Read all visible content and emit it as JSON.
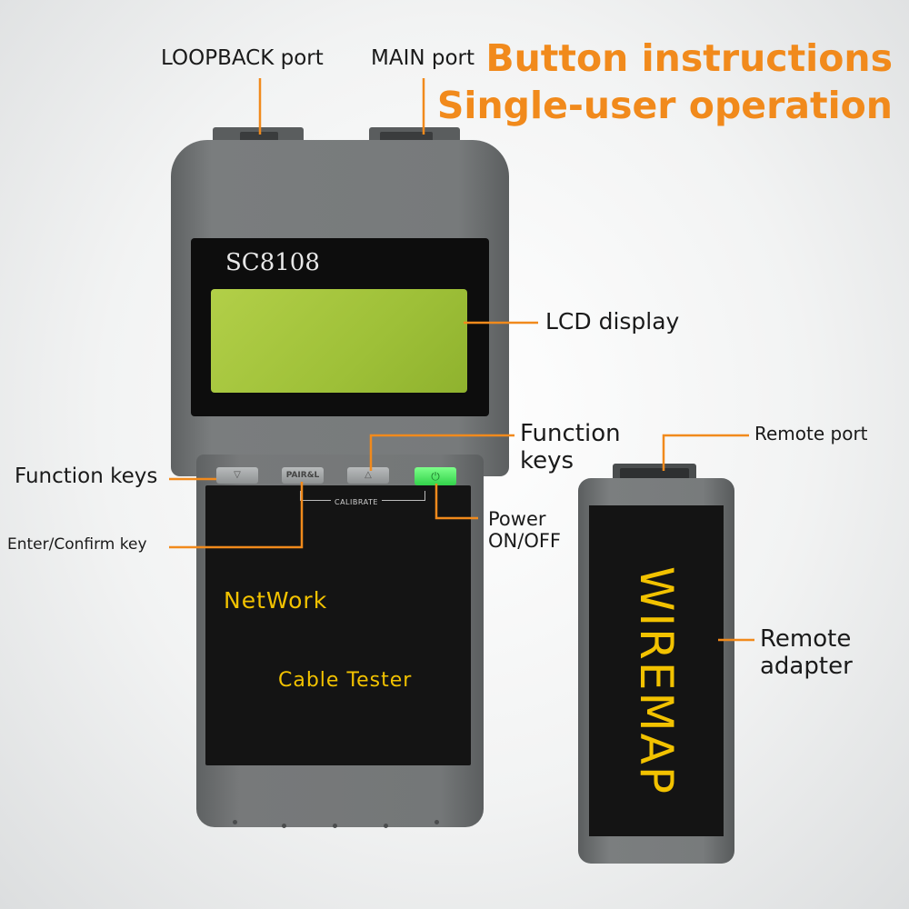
{
  "headline": {
    "line1": "Button instructions",
    "line2": "Single-user operation",
    "color": "#f18a1c"
  },
  "callouts": {
    "loopback_port": "LOOPBACK port",
    "main_port": "MAIN port",
    "lcd_display": "LCD display",
    "function_keys_left": "Function keys",
    "function_keys_right_1": "Function",
    "function_keys_right_2": "keys",
    "enter_confirm_key": "Enter/Confirm key",
    "power_1": "Power",
    "power_2": "ON/OFF",
    "remote_port": "Remote port",
    "remote_adapter_1": "Remote",
    "remote_adapter_2": "adapter"
  },
  "device": {
    "model": "SC8108",
    "calibrate_label": "CALIBRATE",
    "pair_key_label": "PAIR&L",
    "down_key_symbol": "▽",
    "up_key_symbol": "△",
    "power_symbol": "⏻",
    "panel_text_1": "NetWork",
    "panel_text_2": "Cable Tester",
    "body_color": "#6f7273",
    "lcd_color": "#a3c43a",
    "text_color": "#f2c200",
    "power_key_color": "#3fe05a"
  },
  "adapter": {
    "label": "WIREMAP"
  }
}
